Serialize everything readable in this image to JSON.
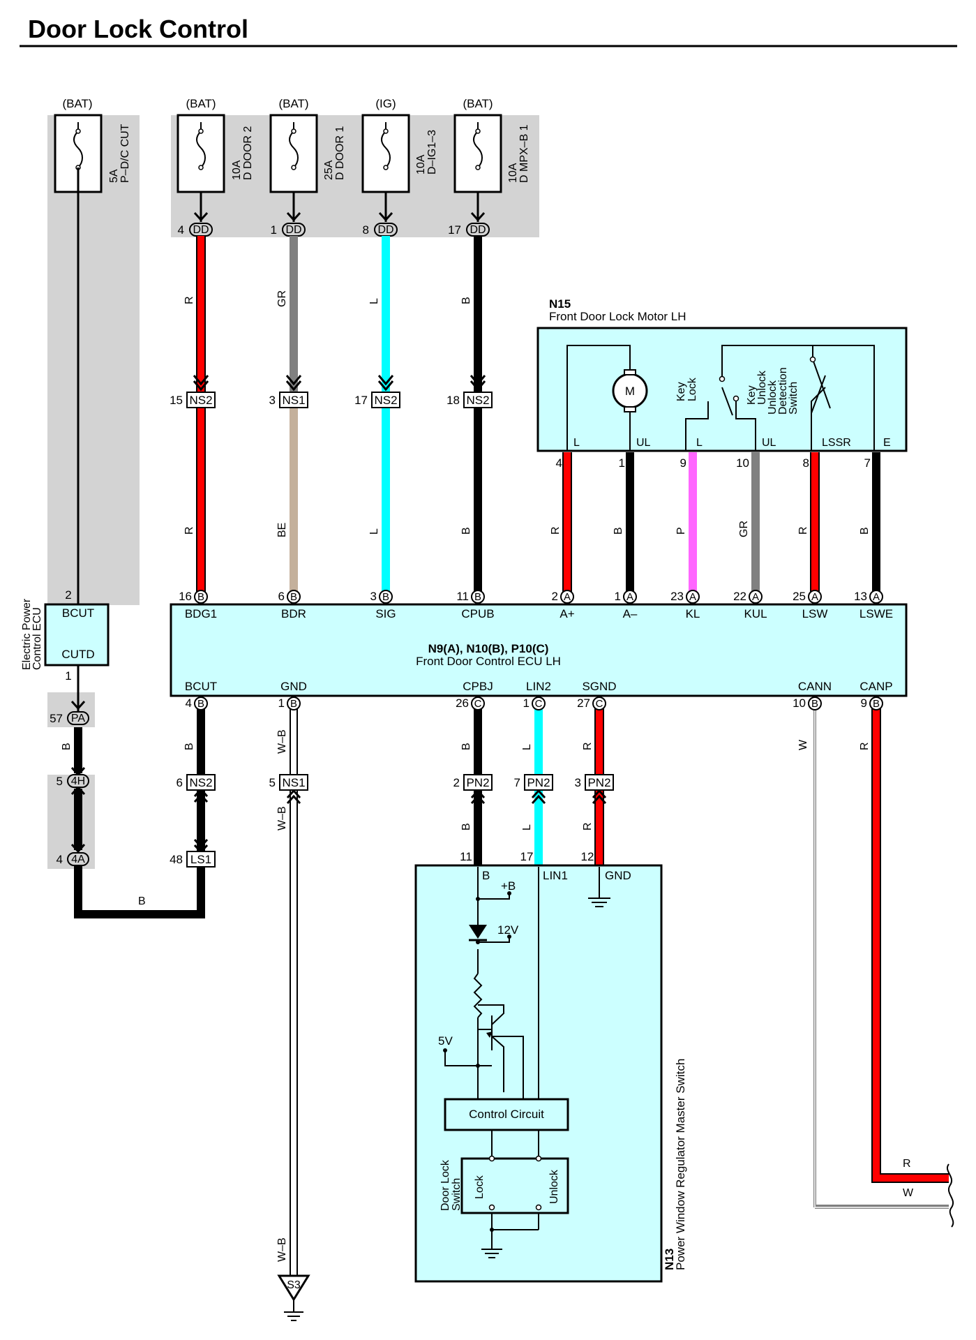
{
  "title": "Door Lock Control",
  "colors": {
    "shade": "#d3d3d3",
    "box_fill": "#ccffff",
    "R": "#ff0000",
    "GR": "#808080",
    "L": "#00ffff",
    "B": "#000000",
    "BE": "#c4b09b",
    "P": "#ff66ff",
    "W": "#ffffff"
  },
  "fuses": {
    "pdc": {
      "source": "(BAT)",
      "rating": "5A",
      "name": "P–D/C CUT"
    },
    "door2": {
      "source": "(BAT)",
      "rating": "10A",
      "name": "D DOOR 2"
    },
    "door1": {
      "source": "(BAT)",
      "rating": "25A",
      "name": "D DOOR 1"
    },
    "ig": {
      "source": "(IG)",
      "rating": "10A",
      "name": "D–IG1–3"
    },
    "mpx": {
      "source": "(BAT)",
      "rating": "10A",
      "name": "D MPX–B 1"
    }
  },
  "dd_pins": {
    "door2": "4",
    "door1": "1",
    "ig": "8",
    "mpx": "17"
  },
  "dd_name": "DD",
  "upper_connectors": {
    "c1": {
      "pin": "15",
      "name": "NS2"
    },
    "c2": {
      "pin": "3",
      "name": "NS1"
    },
    "c3": {
      "pin": "17",
      "name": "NS2"
    },
    "c4": {
      "pin": "18",
      "name": "NS2"
    }
  },
  "wire_codes": {
    "w1a": "R",
    "w1b": "R",
    "w2a": "GR",
    "w2b": "BE",
    "w3a": "L",
    "w3b": "L",
    "w4a": "B",
    "w4b": "B",
    "m1": "R",
    "m2": "B",
    "m3": "P",
    "m4": "GR",
    "m5": "R",
    "m6": "B",
    "pa": "B",
    "bcut": "B",
    "gnd1": "W–B",
    "gnd2": "W–B",
    "gnd3": "W–B",
    "cpbj1": "B",
    "cpbj2": "B",
    "lin1": "L",
    "lin2": "L",
    "sgnd1": "R",
    "sgnd2": "R",
    "cann": "W",
    "canp": "R",
    "bottom": "B",
    "end_r": "R",
    "end_w": "W"
  },
  "motor": {
    "id": "N15",
    "name": "Front Door Lock Motor LH",
    "motor_symbol": "M",
    "key_lock": [
      "Key",
      "Lock"
    ],
    "key_unlock": [
      "Key",
      "Unlock",
      "Unlock",
      "Detection",
      "Switch"
    ],
    "terms": [
      "L",
      "UL",
      "L",
      "UL",
      "LSSR",
      "E"
    ],
    "pins": [
      "4",
      "1",
      "9",
      "10",
      "8",
      "7"
    ]
  },
  "ecu": {
    "id": "N9(A), N10(B), P10(C)",
    "name": "Front Door Control ECU LH",
    "top_pins": [
      {
        "pin": "16",
        "conn": "B",
        "term": "BDG1"
      },
      {
        "pin": "6",
        "conn": "B",
        "term": "BDR"
      },
      {
        "pin": "3",
        "conn": "B",
        "term": "SIG"
      },
      {
        "pin": "11",
        "conn": "B",
        "term": "CPUB"
      },
      {
        "pin": "2",
        "conn": "A",
        "term": "A+"
      },
      {
        "pin": "1",
        "conn": "A",
        "term": "A–"
      },
      {
        "pin": "23",
        "conn": "A",
        "term": "KL"
      },
      {
        "pin": "22",
        "conn": "A",
        "term": "KUL"
      },
      {
        "pin": "25",
        "conn": "A",
        "term": "LSW"
      },
      {
        "pin": "13",
        "conn": "A",
        "term": "LSWE"
      }
    ],
    "bottom_pins": [
      {
        "pin": "4",
        "conn": "B",
        "term": "BCUT"
      },
      {
        "pin": "1",
        "conn": "B",
        "term": "GND"
      },
      {
        "pin": "26",
        "conn": "C",
        "term": "CPBJ"
      },
      {
        "pin": "1",
        "conn": "C",
        "term": "LIN2"
      },
      {
        "pin": "27",
        "conn": "C",
        "term": "SGND"
      },
      {
        "pin": "10",
        "conn": "B",
        "term": "CANN"
      },
      {
        "pin": "9",
        "conn": "B",
        "term": "CANP"
      }
    ]
  },
  "epc_ecu": {
    "name": [
      "Electric Power",
      "Control ECU"
    ],
    "term_top": "BCUT",
    "term_bottom": "CUTD",
    "pin_top": "2",
    "pin_bottom": "1"
  },
  "junctions": {
    "pa": {
      "pin": "57",
      "name": "PA"
    },
    "h4": {
      "pin": "5",
      "name": "4H"
    },
    "a4": {
      "pin": "4",
      "name": "4A"
    },
    "ns2": {
      "pin": "6",
      "name": "NS2"
    },
    "ls1": {
      "pin": "48",
      "name": "LS1"
    },
    "ns1": {
      "pin": "5",
      "name": "NS1"
    },
    "pn2a": {
      "pin": "2",
      "name": "PN2"
    },
    "pn2b": {
      "pin": "7",
      "name": "PN2"
    },
    "pn2c": {
      "pin": "3",
      "name": "PN2"
    }
  },
  "ground_point": "S3",
  "master_switch": {
    "id": "N13",
    "name": "Power Window Regulator Master Switch",
    "pins": [
      "11",
      "17",
      "12"
    ],
    "terms": [
      "B",
      "LIN1",
      "GND"
    ],
    "plus_b": "+B",
    "v12": "12V",
    "v5": "5V",
    "control": "Control Circuit",
    "door_lock_switch": [
      "Door Lock",
      "Switch"
    ],
    "lock": "Lock",
    "unlock": "Unlock"
  }
}
